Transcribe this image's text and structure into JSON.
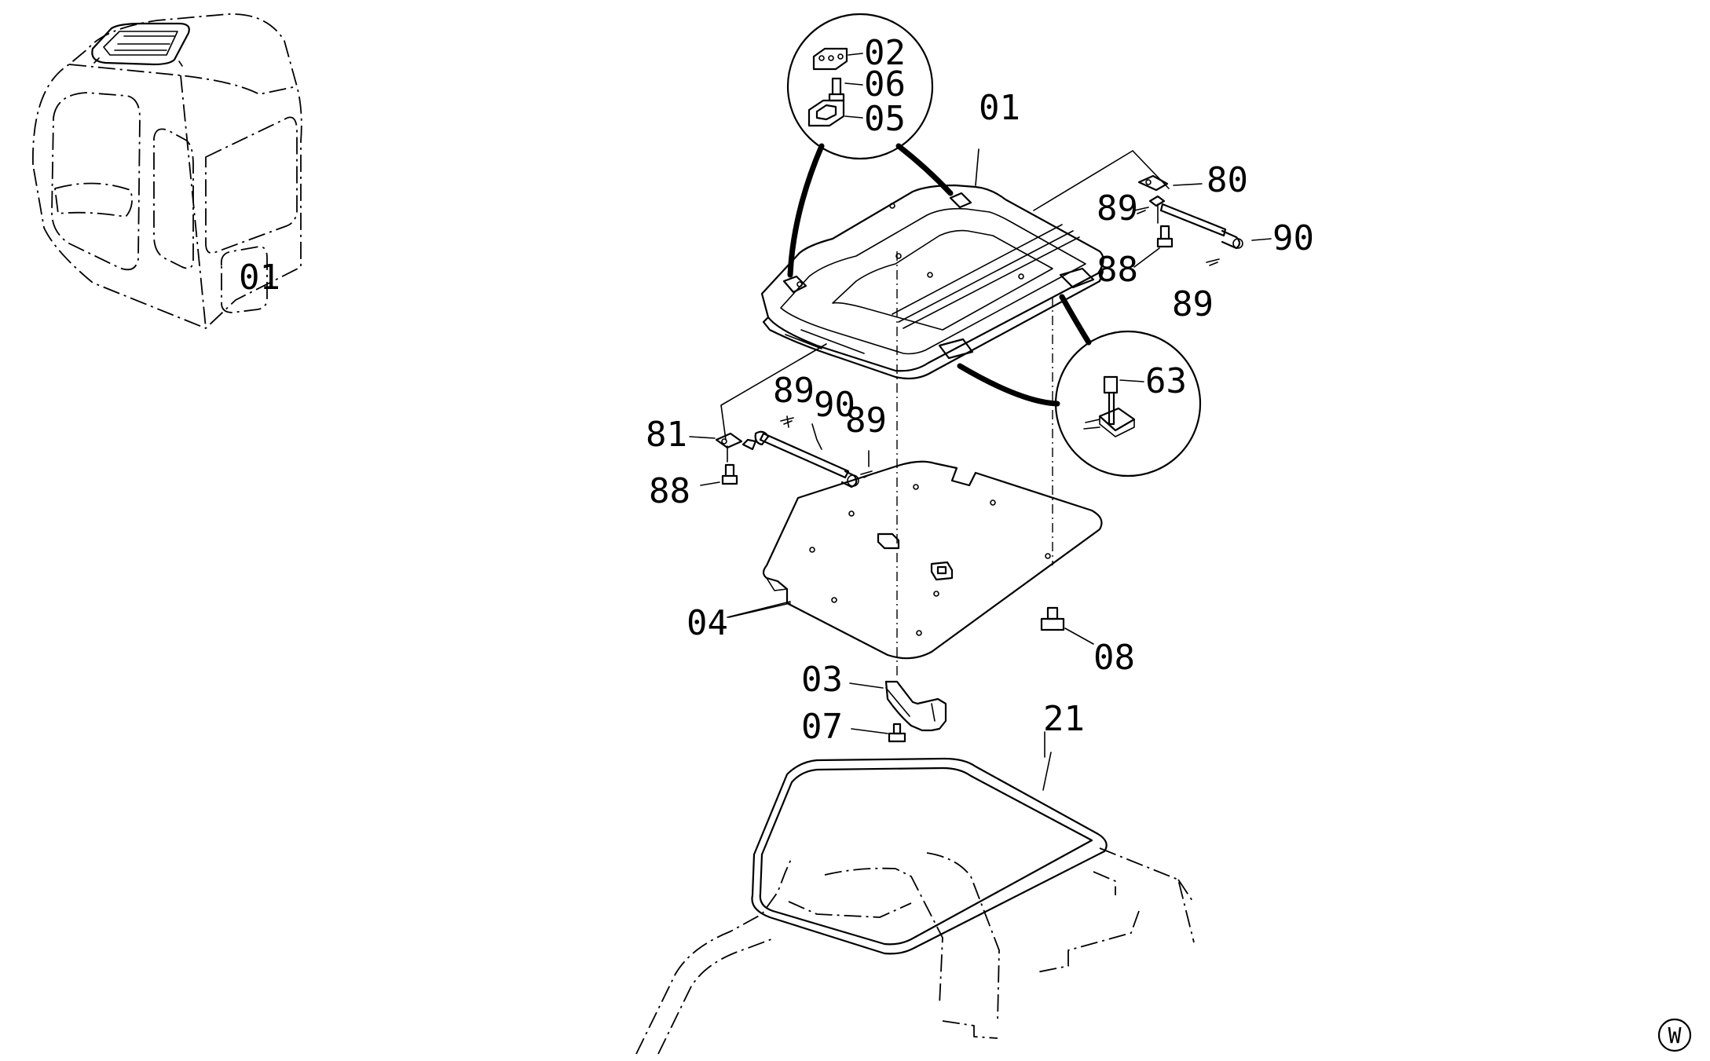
{
  "labels": {
    "p01": "01",
    "p02": "02",
    "p03": "03",
    "p04": "04",
    "p05": "05",
    "p06": "06",
    "p07": "07",
    "p08": "08",
    "p21": "21",
    "p63": "63",
    "p80": "80",
    "p81": "81",
    "p88_right": "88",
    "p88_left": "88",
    "p89_right_top": "89",
    "p89_right_bottom": "89",
    "p89_left_top": "89",
    "p89_left_right": "89",
    "p90_right": "90",
    "p90_left": "90",
    "cab_mark": "01"
  },
  "corner_mark": "W"
}
